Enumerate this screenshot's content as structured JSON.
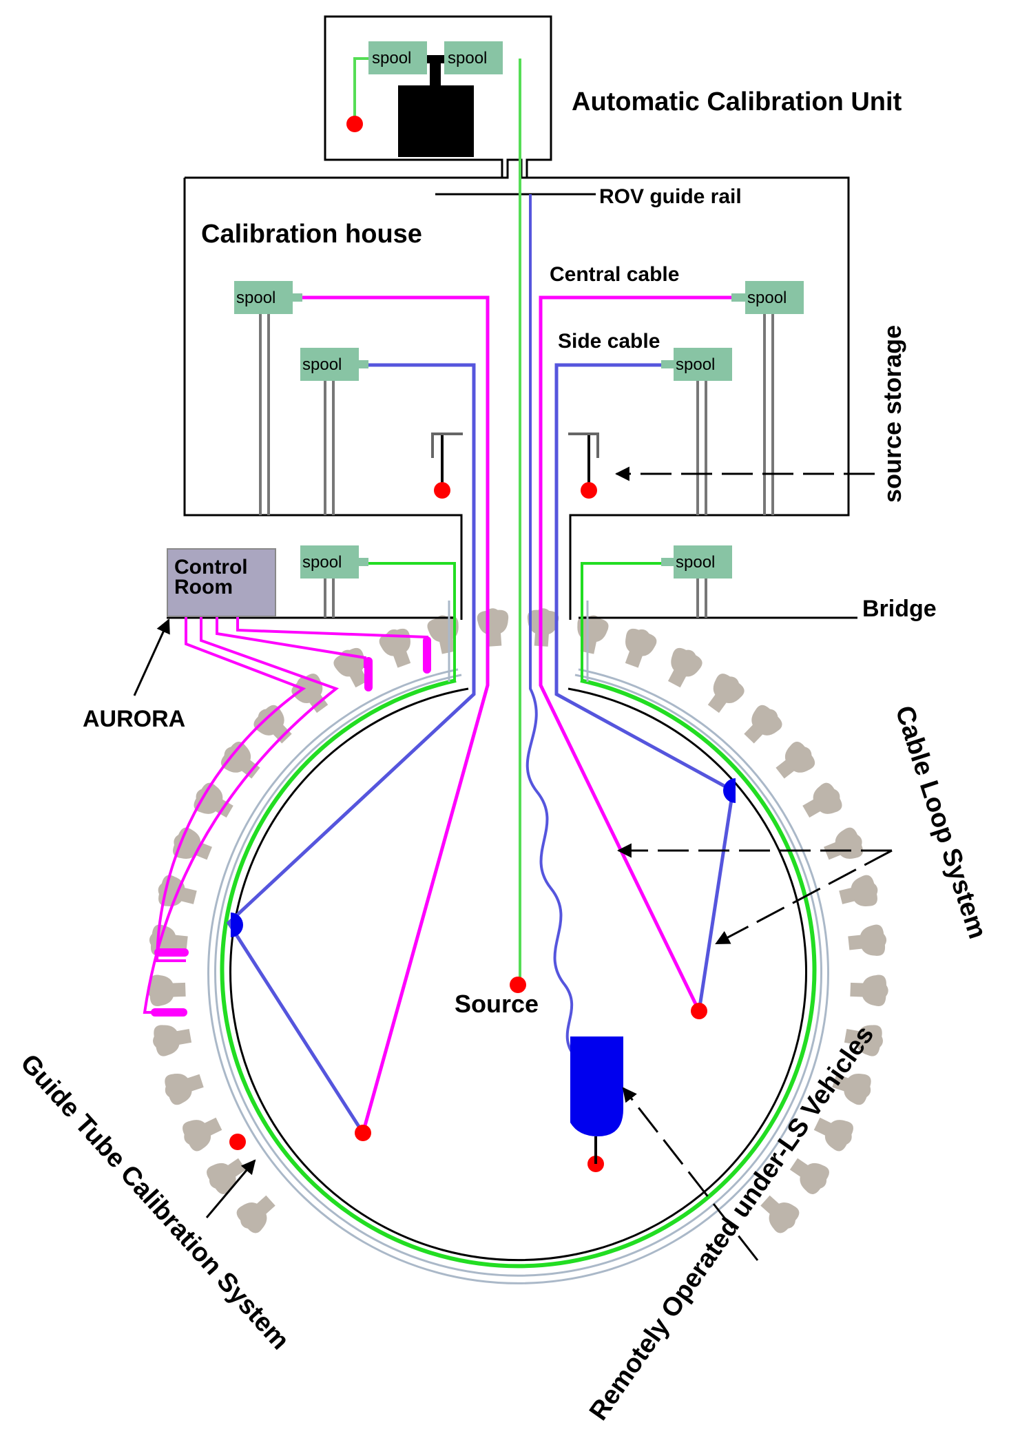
{
  "labels": {
    "acu": "Automatic Calibration Unit",
    "rov_rail": "ROV guide rail",
    "calibration_house": "Calibration house",
    "central_cable": "Central cable",
    "side_cable": "Side cable",
    "source_storage": "source storage",
    "control_room_line1": "Control",
    "control_room_line2": "Room",
    "bridge": "Bridge",
    "aurora": "AURORA",
    "cable_loop": "Cable Loop System",
    "source": "Source",
    "guide_tube": "Guide Tube Calibration System",
    "rov": "Remotely Operated under-LS Vehicles",
    "spool": "spool"
  },
  "colors": {
    "central_cable": "#ff00ff",
    "side_cable": "#5555dd",
    "acu_cable": "#55dd55",
    "guide_tube": "#22dd22",
    "spool_fill": "#88c4a4",
    "pmt": "#bdb5ab",
    "source_dot": "#ff0000",
    "anchor": "#0000ee",
    "control_room": "#aaa6c0"
  }
}
